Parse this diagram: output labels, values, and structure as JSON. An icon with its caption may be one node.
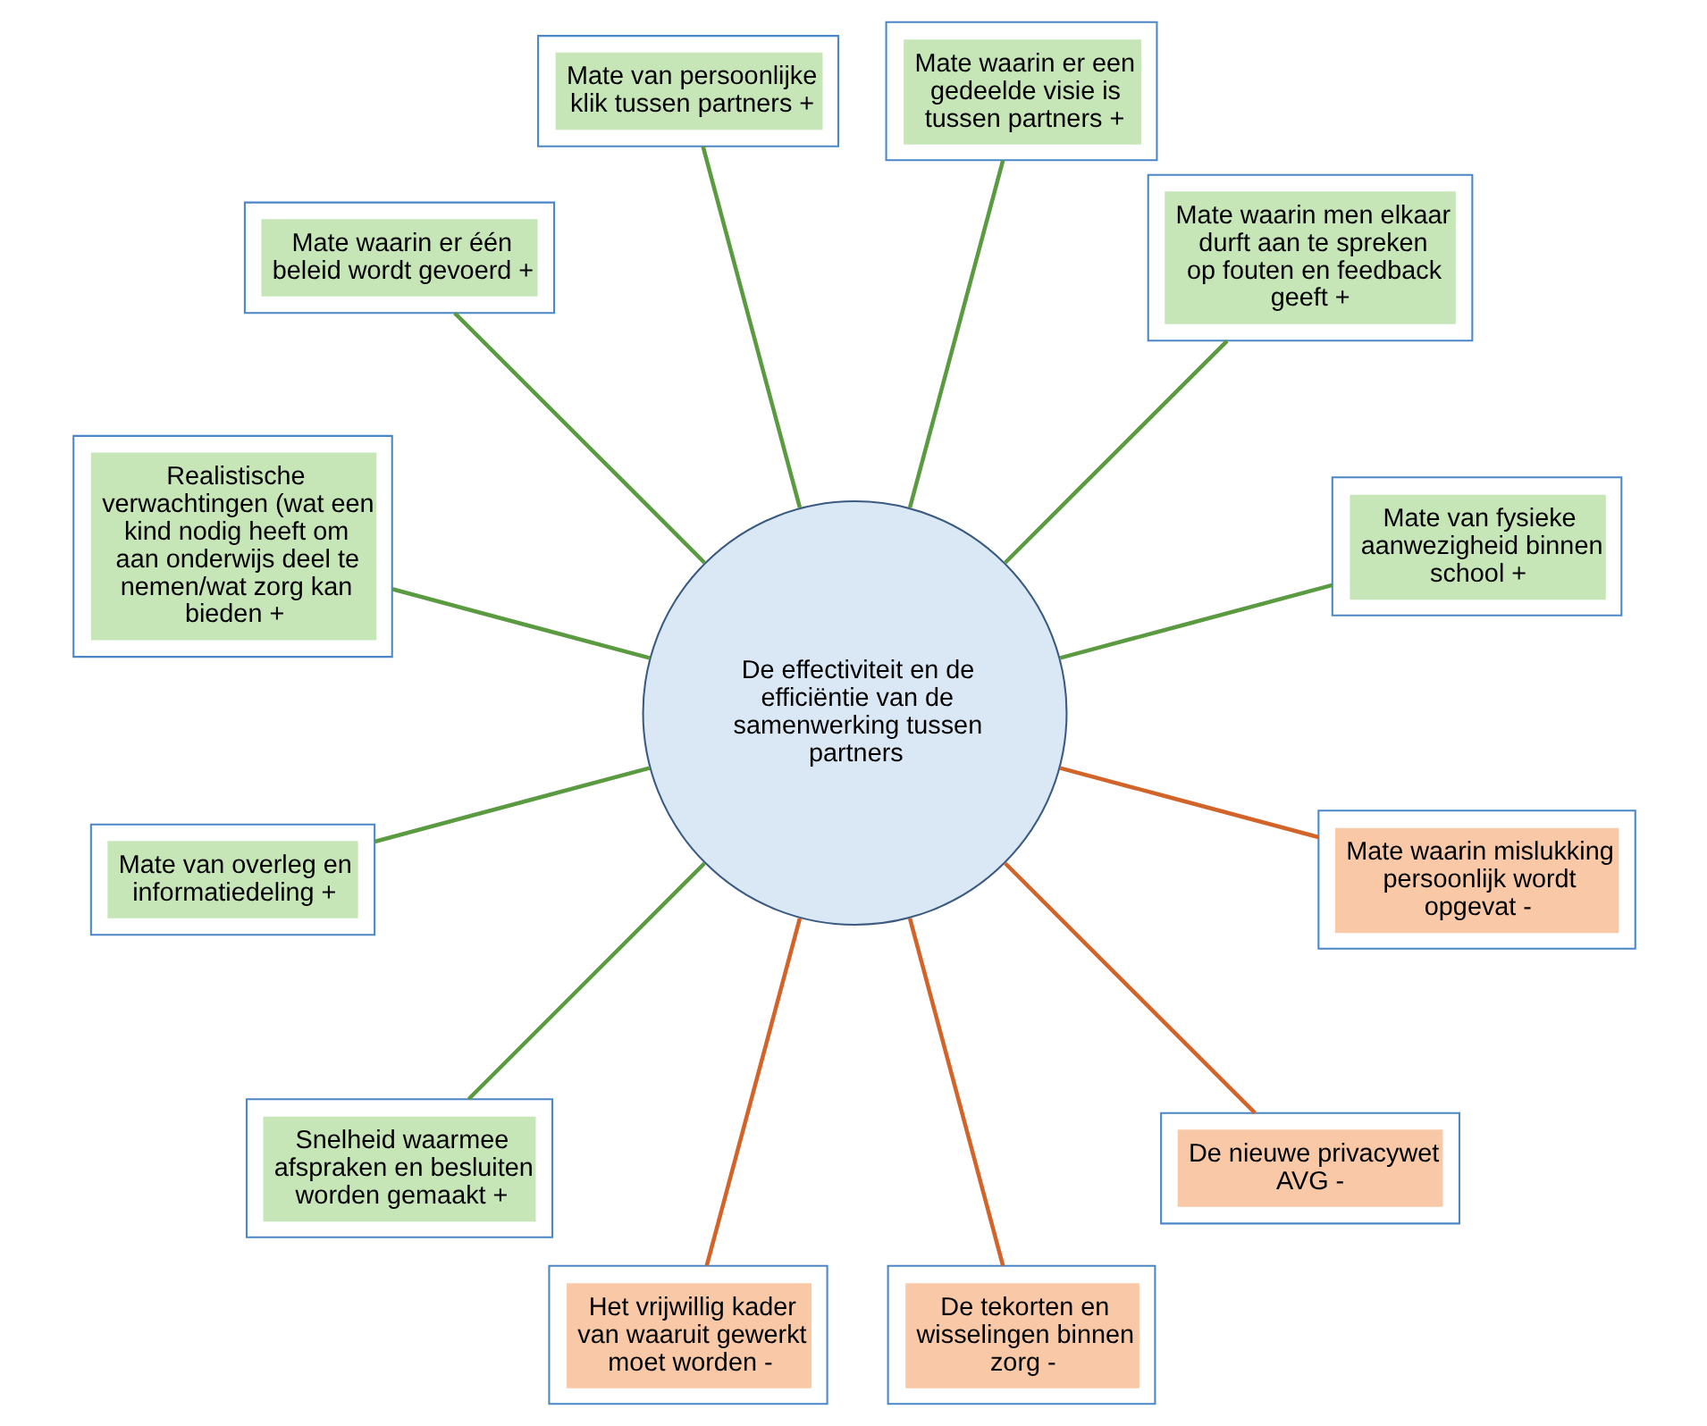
{
  "diagram": {
    "nodes": [
      {
        "text": [
          "De effectiviteit en de efficiëntie van de samenwerking tussen partners"
        ]
      },
      {
        "text": [
          "Mate van fysieke aanwezigheid binnen school +"
        ]
      },
      {
        "text": [
          "Mate waarin men elkaar durft aan te spreken op fouten en feedback geeft +"
        ]
      },
      {
        "text": [
          "Mate waarin er een gedeelde visie is tussen partners +"
        ]
      },
      {
        "text": [
          "Mate van persoonlijke klik tussen partners +"
        ]
      },
      {
        "text": [
          "Mate waarin er één beleid wordt gevoerd +"
        ]
      },
      {
        "text": [
          "Realistische verwachtingen (wat een kind nodig heeft om aan onderwijs deel te nemen/wat zorg kan bieden +"
        ]
      },
      {
        "text": [
          "Mate van overleg en informatiedeling +"
        ]
      },
      {
        "text": [
          "Snelheid waarmee afspraken en besluiten worden gemaakt +"
        ]
      },
      {
        "text": [
          "Het vrijwillig kader van waaruit gewerkt moet worden -"
        ]
      },
      {
        "text": [
          "De tekorten en wisselingen binnen zorg -"
        ]
      },
      {
        "text": [
          "De nieuwe privacywet AVG -"
        ]
      },
      {
        "text": [
          "Mate waarin mislukking persoonlijk wordt opgevat -"
        ]
      }
    ],
    "edges": [
      {
        "from": 0,
        "to": 1,
        "arrow": "none"
      },
      {
        "from": 0,
        "to": 2,
        "arrow": "none"
      },
      {
        "from": 0,
        "to": 3,
        "arrow": "none"
      },
      {
        "from": 0,
        "to": 4,
        "arrow": "none"
      },
      {
        "from": 0,
        "to": 5,
        "arrow": "none"
      },
      {
        "from": 0,
        "to": 6,
        "arrow": "none"
      },
      {
        "from": 0,
        "to": 7,
        "arrow": "none"
      },
      {
        "from": 0,
        "to": 8,
        "arrow": "none"
      },
      {
        "from": 0,
        "to": 9,
        "arrow": "none",
        "color": "#d2642a"
      },
      {
        "from": 0,
        "to": 10,
        "arrow": "none",
        "color": "#d2642a"
      },
      {
        "from": 0,
        "to": 11,
        "arrow": "none",
        "color": "#d2642a"
      },
      {
        "from": 0,
        "to": 12,
        "arrow": "none",
        "color": "#d2642a"
      }
    ]
  }
}
